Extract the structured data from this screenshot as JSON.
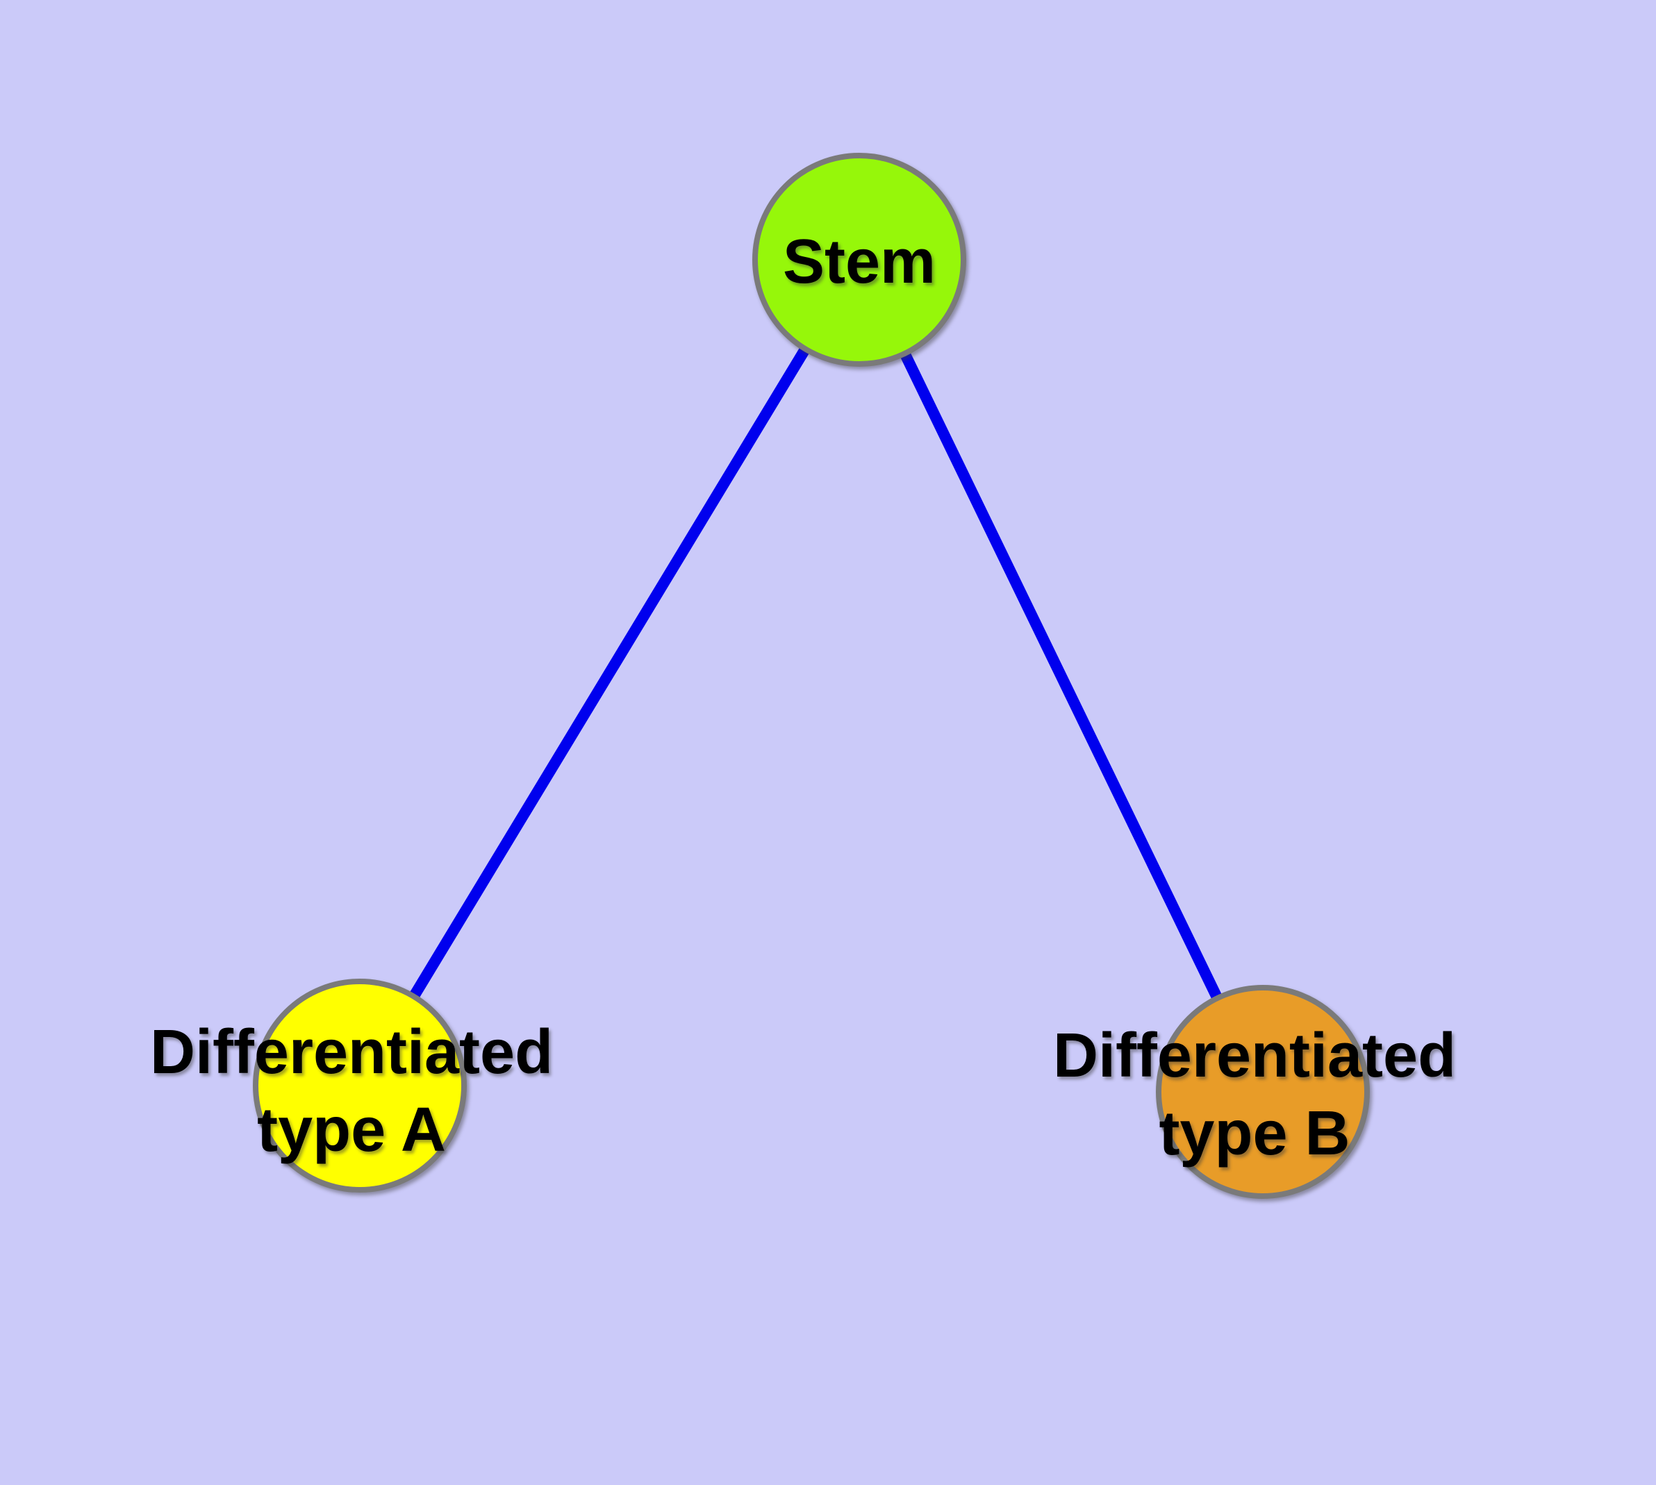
{
  "diagram": {
    "title": "",
    "background_color": "#CBCAF9",
    "edge_color": "#0000EE",
    "node_border_color": "#7A7A7A",
    "label_color": "#000000",
    "nodes": [
      {
        "id": "stem",
        "label_lines": [
          "Stem"
        ],
        "fill": "#96F70A"
      },
      {
        "id": "type-a",
        "label_lines": [
          "Differentiated",
          "type A"
        ],
        "fill": "#FFFF00"
      },
      {
        "id": "type-b",
        "label_lines": [
          "Differentiated",
          "type B"
        ],
        "fill": "#E89C28"
      }
    ],
    "edges": [
      {
        "from": "Stem",
        "to": "Differentiated type A"
      },
      {
        "from": "Stem",
        "to": "Differentiated type B"
      }
    ]
  }
}
